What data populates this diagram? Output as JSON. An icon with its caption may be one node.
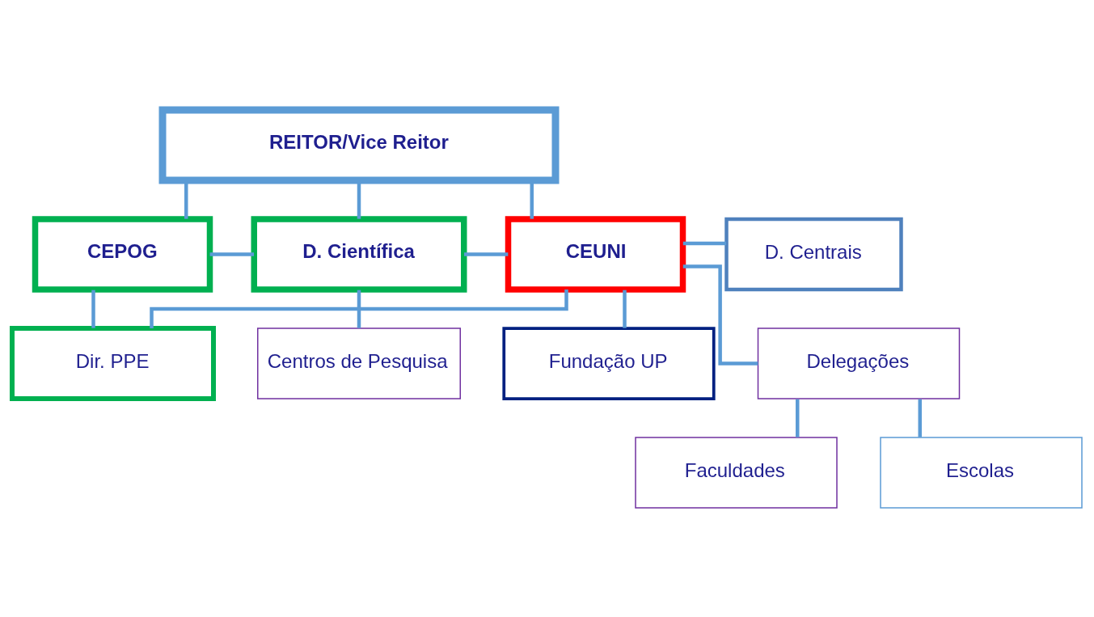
{
  "diagram": {
    "nodes": [
      {
        "text": [
          "REITOR/Vice Reitor"
        ]
      },
      {
        "text": [
          "CEPOG"
        ]
      },
      {
        "text": [
          "D. Científica"
        ]
      },
      {
        "text": [
          "CEUNI"
        ]
      },
      {
        "text": [
          "D. Centrais"
        ]
      },
      {
        "text": [
          "Fundação UP"
        ]
      },
      {
        "text": [
          "Centros de Pesquisa"
        ]
      },
      {
        "text": [
          "Delegações"
        ]
      },
      {
        "text": [
          "Dir. PPE"
        ]
      },
      {
        "text": [
          "Faculdades"
        ]
      },
      {
        "text": [
          "Escolas"
        ]
      }
    ],
    "edges": [
      {
        "from": 0,
        "to": 1,
        "arrow": "none"
      },
      {
        "from": 0,
        "to": 2,
        "arrow": "none"
      },
      {
        "from": 0,
        "to": 3,
        "arrow": "none"
      },
      {
        "from": 1,
        "to": 2,
        "arrow": "none"
      },
      {
        "from": 2,
        "to": 3,
        "arrow": "none"
      },
      {
        "from": 3,
        "to": 4,
        "arrow": "none"
      },
      {
        "from": 2,
        "to": 6,
        "arrow": "none"
      },
      {
        "from": 3,
        "to": 5,
        "arrow": "none"
      },
      {
        "from": 3,
        "to": 7,
        "arrow": "none"
      },
      {
        "from": 3,
        "to": 8,
        "arrow": "none"
      },
      {
        "from": 1,
        "to": 8,
        "arrow": "none"
      },
      {
        "from": 7,
        "to": 9,
        "arrow": "none"
      },
      {
        "from": 7,
        "to": 10,
        "arrow": "none"
      }
    ]
  }
}
